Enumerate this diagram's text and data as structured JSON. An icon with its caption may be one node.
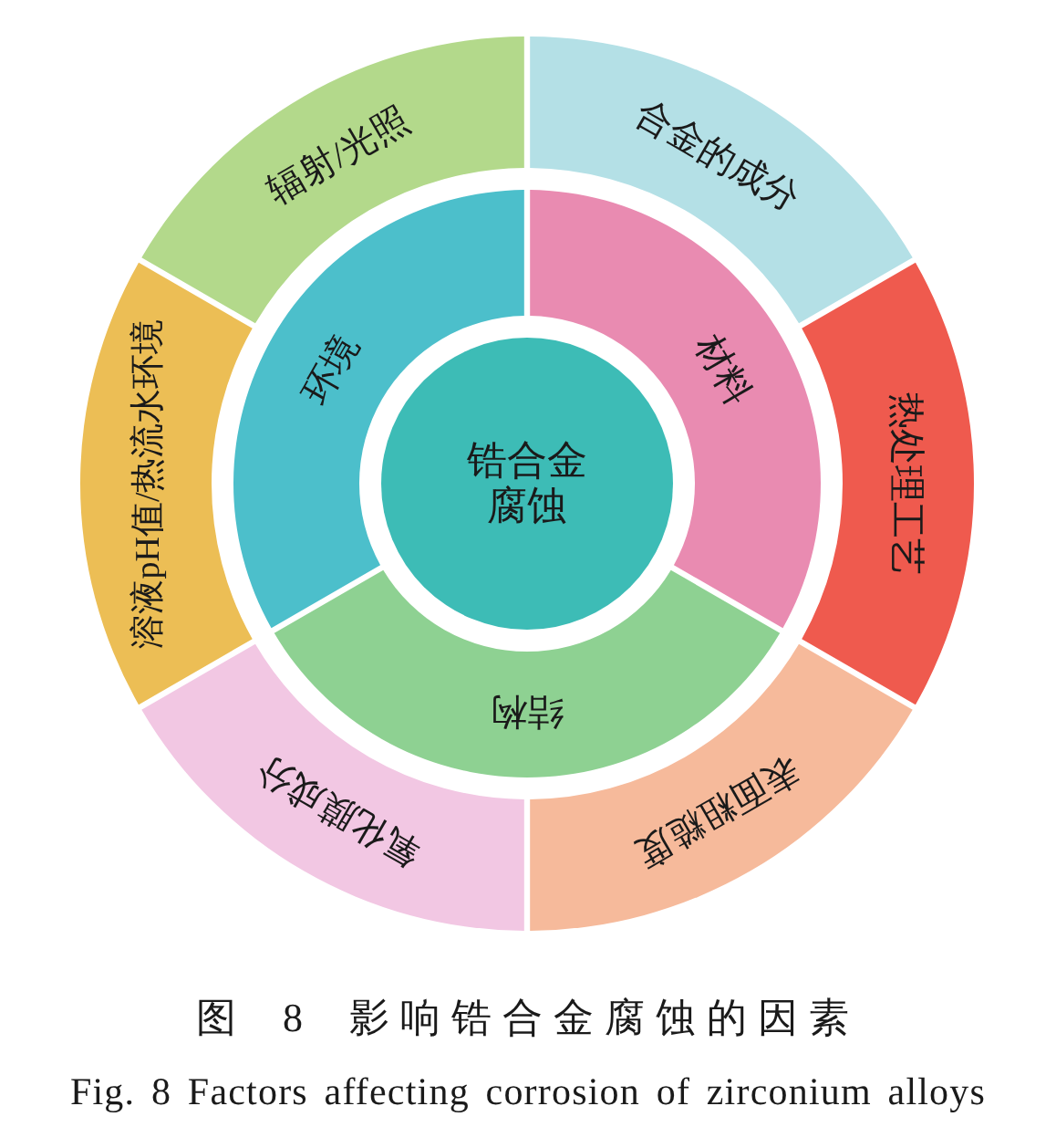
{
  "diagram": {
    "caption": "图 8 影响锆合金腐蚀的因素",
    "nodes": [
      {
        "text": [
          "锆合金腐蚀"
        ]
      },
      {
        "text": [
          "材料"
        ]
      },
      {
        "text": [
          "结构"
        ]
      },
      {
        "text": [
          "环境"
        ]
      },
      {
        "text": [
          "合金的成分"
        ]
      },
      {
        "text": [
          "热处理工艺"
        ]
      },
      {
        "text": [
          "表面粗糙度"
        ]
      },
      {
        "text": [
          "氧化膜成分"
        ]
      },
      {
        "text": [
          "溶液pH值/热流水环境"
        ]
      },
      {
        "text": [
          "辐射/光照"
        ]
      }
    ],
    "labels": [
      "Fig. 8 Factors affecting corrosion of zirconium alloys"
    ]
  }
}
